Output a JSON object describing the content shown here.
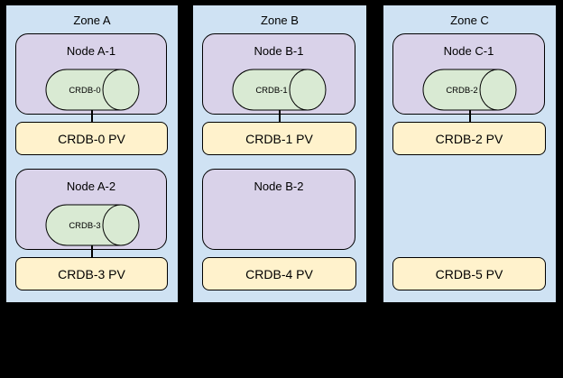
{
  "colors": {
    "canvas_bg": "#000000",
    "zone_fill": "#cfe2f3",
    "node_fill": "#d9d2e9",
    "cylinder_fill": "#d9ead3",
    "pv_fill": "#fff2cc",
    "border": "#000000"
  },
  "zones": [
    {
      "title": "Zone A",
      "node1": {
        "label": "Node A-1",
        "disk": "CRDB-0"
      },
      "pv1": "CRDB-0 PV",
      "node2": {
        "label": "Node A-2",
        "disk": "CRDB-3"
      },
      "pv2": "CRDB-3 PV"
    },
    {
      "title": "Zone B",
      "node1": {
        "label": "Node B-1",
        "disk": "CRDB-1"
      },
      "pv1": "CRDB-1 PV",
      "node2": {
        "label": "Node B-2",
        "disk": null
      },
      "pv2": "CRDB-4 PV"
    },
    {
      "title": "Zone C",
      "node1": {
        "label": "Node C-1",
        "disk": "CRDB-2"
      },
      "pv1": "CRDB-2 PV",
      "node2": null,
      "pv2": "CRDB-5 PV"
    }
  ]
}
